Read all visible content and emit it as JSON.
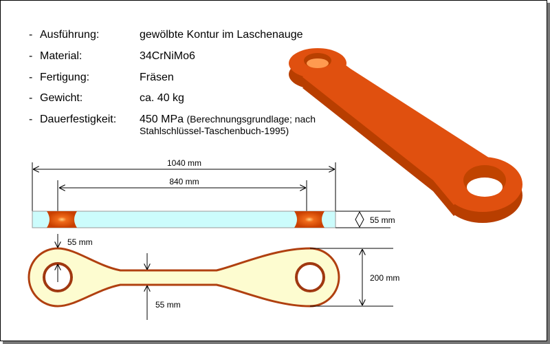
{
  "specs": [
    {
      "label": "Ausführung:",
      "value": "gewölbte Kontur im Laschenauge"
    },
    {
      "label": "Material:",
      "value": "34CrNiMo6"
    },
    {
      "label": "Fertigung:",
      "value": "Fräsen"
    },
    {
      "label": "Gewicht:",
      "value": "ca. 40 kg"
    },
    {
      "label": "Dauerfestigkeit:",
      "value": "450 MPa",
      "note": "(Berechnungsgrundlage; nach",
      "note2": "Stahlschlüssel-Taschenbuch-1995)"
    }
  ],
  "bullet": "-",
  "dimensions": {
    "overall_length": "1040 mm",
    "hole_distance": "840 mm",
    "thickness": "55 mm",
    "eye_wall": "55 mm",
    "web_width": "55 mm",
    "eye_height": "200 mm"
  },
  "colors": {
    "part": "#e0500f",
    "side_view_fill": "#ccfcfc",
    "top_view_fill": "#fdfcd0"
  }
}
